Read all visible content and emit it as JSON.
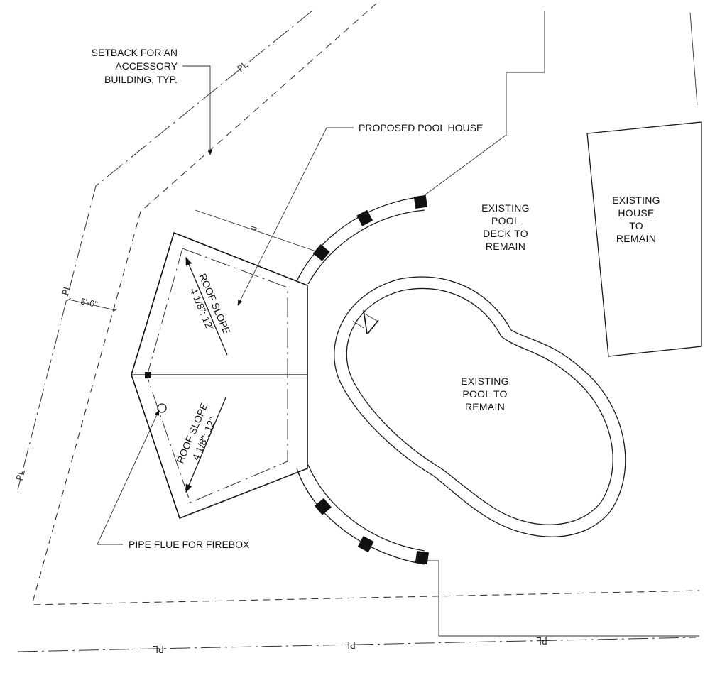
{
  "labels": {
    "setback_line1": "SETBACK FOR AN",
    "setback_line2": "ACCESSORY",
    "setback_line3": "BUILDING, TYP.",
    "pool_house": "PROPOSED POOL HOUSE",
    "deck_line1": "EXISTING",
    "deck_line2": "POOL",
    "deck_line3": "DECK TO",
    "deck_line4": "REMAIN",
    "house_line1": "EXISTING",
    "house_line2": "HOUSE",
    "house_line3": "TO",
    "house_line4": "REMAIN",
    "pool_line1": "EXISTING",
    "pool_line2": "POOL TO",
    "pool_line3": "REMAIN",
    "flue": "PIPE FLUE FOR FIREBOX",
    "roof_upper_title": "ROOF SLOPE",
    "roof_upper_value": "4 1/8\": 12\"",
    "roof_lower_title": "ROOF SLOPE",
    "roof_lower_value": "4 1/8\": 12\"",
    "setback_dim": "5'-0\"",
    "property_line_mark": "PL"
  },
  "colors": {
    "line": "#1a1a1a",
    "background": "#ffffff"
  }
}
